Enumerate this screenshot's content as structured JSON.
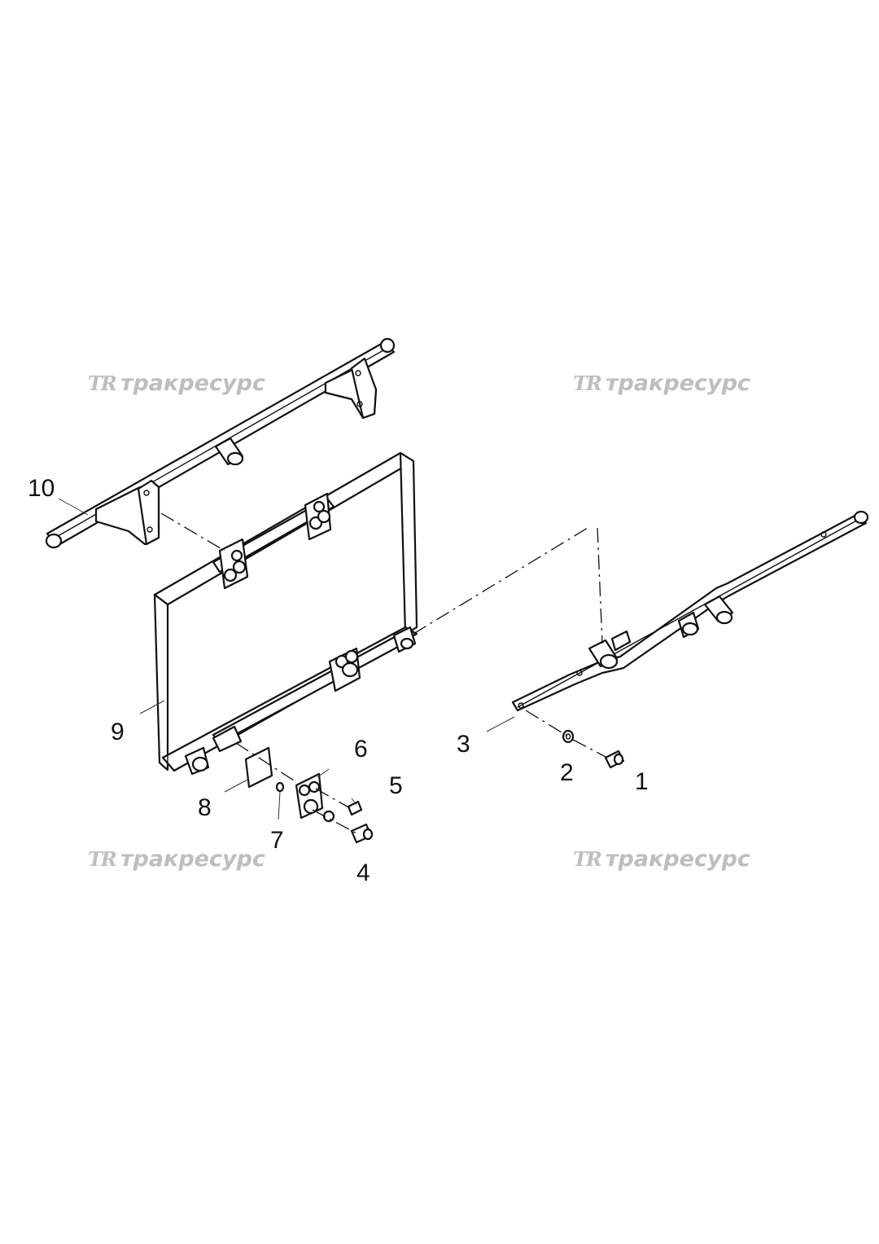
{
  "watermark": {
    "logo": "TR",
    "text": "тракресурс"
  },
  "callouts": {
    "c1": "1",
    "c2": "2",
    "c3": "3",
    "c4": "4",
    "c5": "5",
    "c6": "6",
    "c7": "7",
    "c8": "8",
    "c9": "9",
    "c10": "10"
  }
}
